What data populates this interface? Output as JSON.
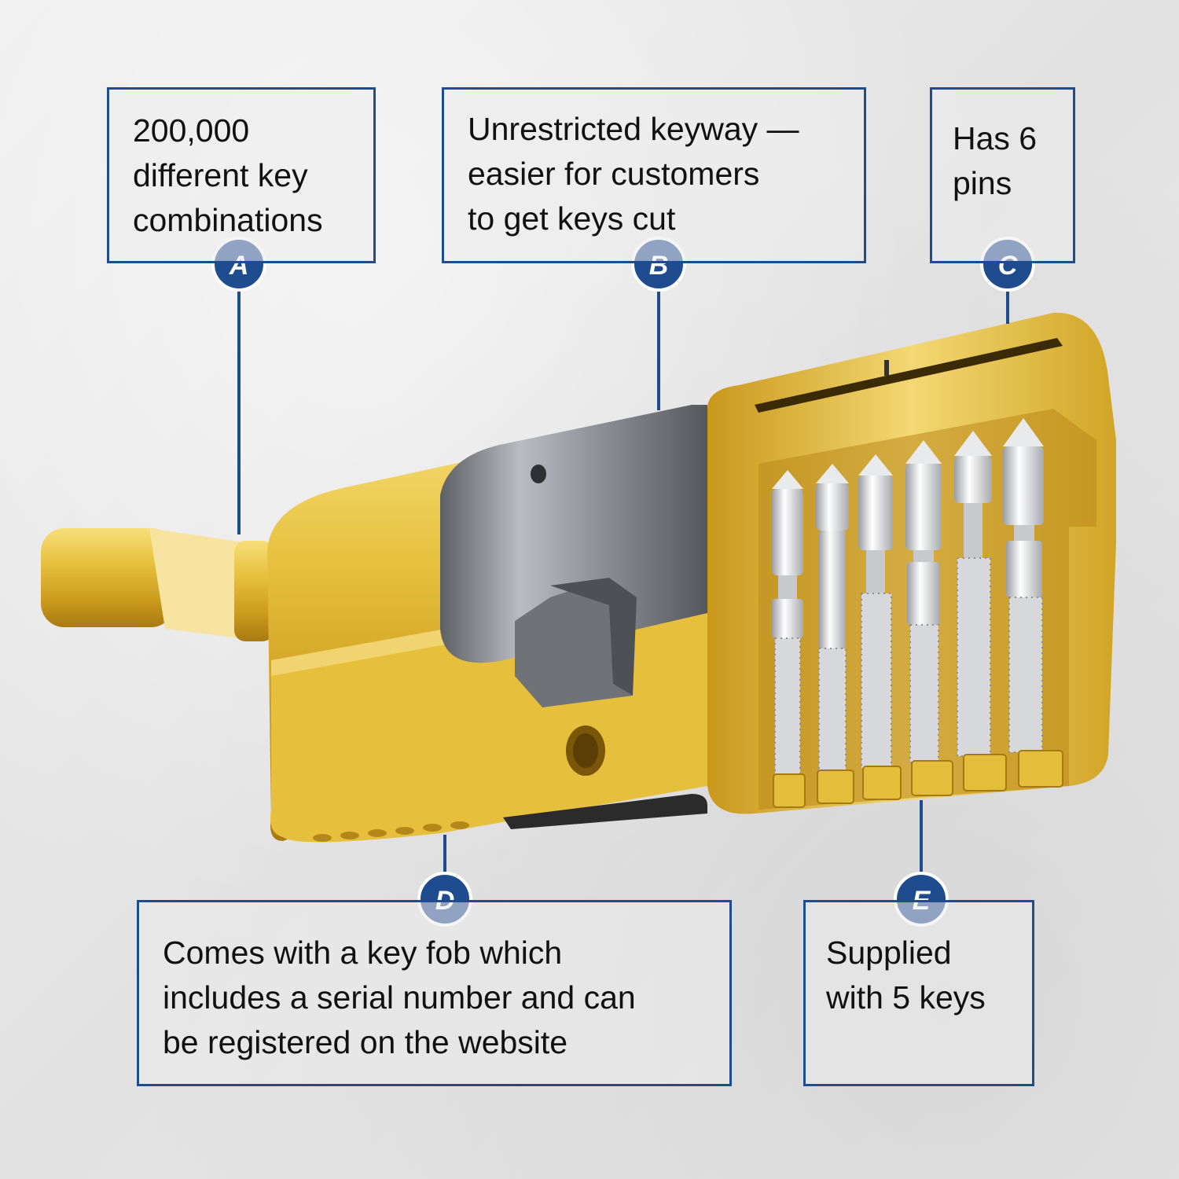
{
  "colors": {
    "accent": "#1f4b8f",
    "brass": "#d9b12e",
    "steel": "#8a8d92"
  },
  "callouts": {
    "a": {
      "badge": "A",
      "lines": [
        "200,000",
        "different key",
        "combinations"
      ]
    },
    "b": {
      "badge": "B",
      "lines": [
        "Unrestricted keyway —",
        "easier for customers",
        "to get keys cut"
      ]
    },
    "c": {
      "badge": "C",
      "lines": [
        "Has 6",
        "pins"
      ]
    },
    "d": {
      "badge": "D",
      "lines": [
        "Comes with a key fob which",
        "includes a serial number and can",
        "be registered on the website"
      ]
    },
    "e": {
      "badge": "E",
      "lines": [
        "Supplied",
        "with 5 keys"
      ]
    }
  }
}
